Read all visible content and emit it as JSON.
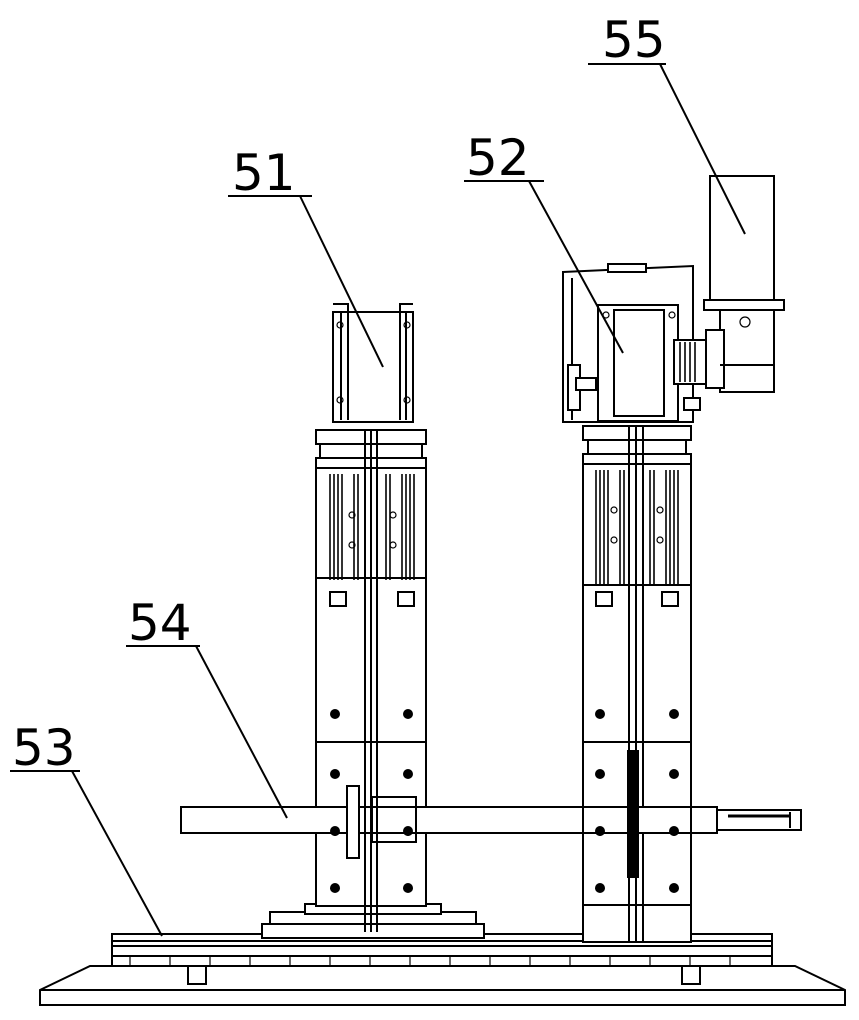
{
  "callouts": [
    {
      "id": "51",
      "label": "51"
    },
    {
      "id": "52",
      "label": "52"
    },
    {
      "id": "53",
      "label": "53"
    },
    {
      "id": "54",
      "label": "54"
    },
    {
      "id": "55",
      "label": "55"
    }
  ]
}
